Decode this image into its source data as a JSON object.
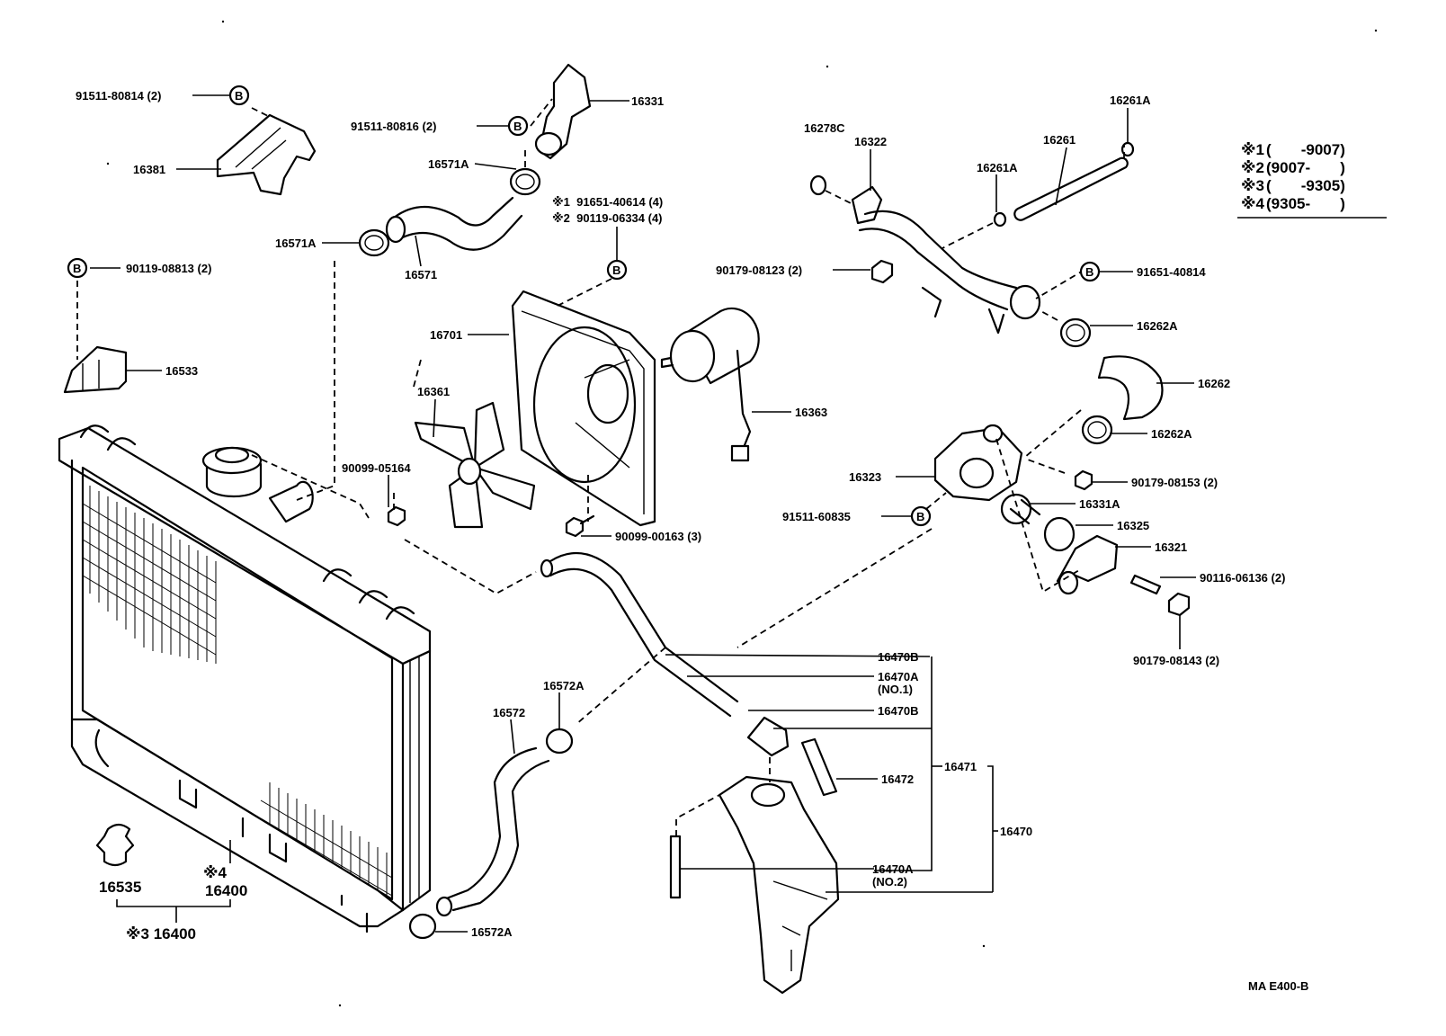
{
  "diagram_id": "MA E400-B",
  "legend": [
    {
      "mark": "※1",
      "text": "(       -9007)"
    },
    {
      "mark": "※2",
      "text": "(9007-       )"
    },
    {
      "mark": "※3",
      "text": "(       -9305)"
    },
    {
      "mark": "※4",
      "text": "(9305-       )"
    }
  ],
  "bolt_mark": "B",
  "labels": {
    "p91511_80814": "91511-80814 (2)",
    "p16381": "16381",
    "p91511_80816": "91511-80816 (2)",
    "p16331": "16331",
    "p16571A_a": "16571A",
    "p16571A_b": "16571A",
    "p16571": "16571",
    "p91651_40614": "※1  91651-40614 (4)",
    "p90119_06334": "※2  90119-06334 (4)",
    "p90119_08813": "90119-08813 (2)",
    "p16533": "16533",
    "p16701": "16701",
    "p16361": "16361",
    "p16363": "16363",
    "p90099_05164": "90099-05164",
    "p90099_00163": "90099-00163 (3)",
    "p16278C": "16278C",
    "p16322": "16322",
    "p16261": "16261",
    "p16261A_a": "16261A",
    "p16261A_b": "16261A",
    "p90179_08123": "90179-08123 (2)",
    "p91651_40814": "91651-40814",
    "p16262A_a": "16262A",
    "p16262": "16262",
    "p16262A_b": "16262A",
    "p16323": "16323",
    "p90179_08153": "90179-08153 (2)",
    "p16331A": "16331A",
    "p91511_60835": "91511-60835",
    "p16325": "16325",
    "p16321": "16321",
    "p90116_06136": "90116-06136 (2)",
    "p90179_08143": "90179-08143 (2)",
    "p16470B_a": "16470B",
    "p16470A_1": "16470A",
    "p16470A_1_sub": "(NO.1)",
    "p16470B_b": "16470B",
    "p16471": "16471",
    "p16472": "16472",
    "p16470": "16470",
    "p16470A_2": "16470A",
    "p16470A_2_sub": "(NO.2)",
    "p16572A_a": "16572A",
    "p16572": "16572",
    "p16572A_b": "16572A",
    "p16535": "16535",
    "p16400_mark": "※4",
    "p16400": "16400",
    "p16400_3": "※3 16400"
  }
}
